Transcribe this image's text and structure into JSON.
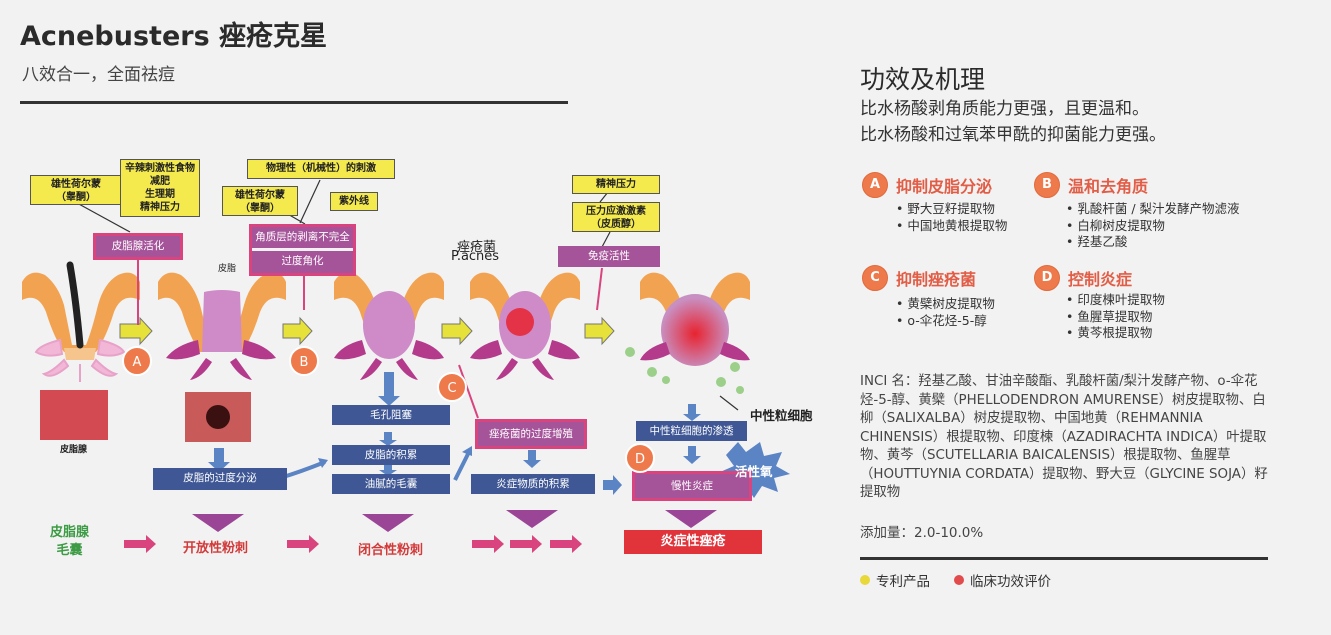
{
  "header": {
    "title": "Acnebusters 痤疮克星",
    "subtitle": "八效合一，全面祛痘"
  },
  "diagram": {
    "top_boxes": {
      "hormone1": "雄性荷尔蒙\n（睾酮）",
      "spicy": "辛辣刺激性食物\n减肥\n生理期\n精神压力",
      "physical": "物理性（机械性）的刺激",
      "hormone2": "雄性荷尔蒙\n（睾酮）",
      "uv": "紫外线",
      "stress": "精神压力",
      "stress_hormone": "压力应激激素\n（皮质醇）"
    },
    "purple_boxes": {
      "sebum_activation": "皮脂腺活化",
      "stratum": "角质层的剥离不完全",
      "hyperkeratosis": "过度角化",
      "immune": "免疫活性",
      "bacteria_growth": "痤疮菌的过度增殖",
      "chronic": "慢性炎症"
    },
    "blue_boxes": {
      "sebum_excess": "皮脂的过度分泌",
      "pore_block": "毛孔阻塞",
      "sebum_accum": "皮脂的积累",
      "greasy": "油腻的毛囊",
      "inflam_accum": "炎症物质的积累",
      "neutro_infil": "中性粒细胞的渗透"
    },
    "labels": {
      "sebum_small": "皮脂",
      "sebaceous_gland": "皮脂腺",
      "pacnes_cn": "痤疮菌",
      "pacnes_en": "P.acnes",
      "neutrophil": "中性粒细胞",
      "active_oxygen": "活性氧"
    },
    "circles": [
      "A",
      "B",
      "C",
      "D"
    ],
    "stages": {
      "left_label": "皮脂腺\n毛囊",
      "open": "开放性粉刺",
      "closed": "闭合性粉刺",
      "inflammatory": "炎症性痤疮"
    }
  },
  "right": {
    "heading": "功效及机理",
    "line1": "比水杨酸剥角质能力更强，且更温和。",
    "line2": "比水杨酸和过氧苯甲酰的抑菌能力更强。",
    "mechanisms": [
      {
        "badge": "A",
        "title": "抑制皮脂分泌",
        "items": [
          "野大豆籽提取物",
          "中国地黄根提取物"
        ]
      },
      {
        "badge": "B",
        "title": "温和去角质",
        "items": [
          "乳酸杆菌 / 梨汁发酵产物滤液",
          "白柳树皮提取物",
          "羟基乙酸"
        ]
      },
      {
        "badge": "C",
        "title": "抑制痤疮菌",
        "items": [
          "黄檗树皮提取物",
          "o-伞花烃-5-醇"
        ]
      },
      {
        "badge": "D",
        "title": "控制炎症",
        "items": [
          "印度楝叶提取物",
          "鱼腥草提取物",
          "黄芩根提取物"
        ]
      }
    ],
    "inci": "INCI 名：羟基乙酸、甘油辛酸酯、乳酸杆菌/梨汁发酵产物、o-伞花烃-5-醇、黄檗（PHELLODENDRON AMURENSE）树皮提取物、白柳（SALIXALBA）树皮提取物、中国地黄（REHMANNIA CHINENSIS）根提取物、印度楝（AZADIRACHTA INDICA）叶提取物、黄芩（SCUTELLARIA BAICALENSIS）根提取物、鱼腥草（HOUTTUYNIA CORDATA）提取物、野大豆（GLYCINE SOJA）籽提取物",
    "dosage": "添加量：2.0-10.0%",
    "legend": [
      {
        "label": "专利产品",
        "color": "#e8d83a"
      },
      {
        "label": "临床功效评价",
        "color": "#e24b4b"
      }
    ]
  }
}
